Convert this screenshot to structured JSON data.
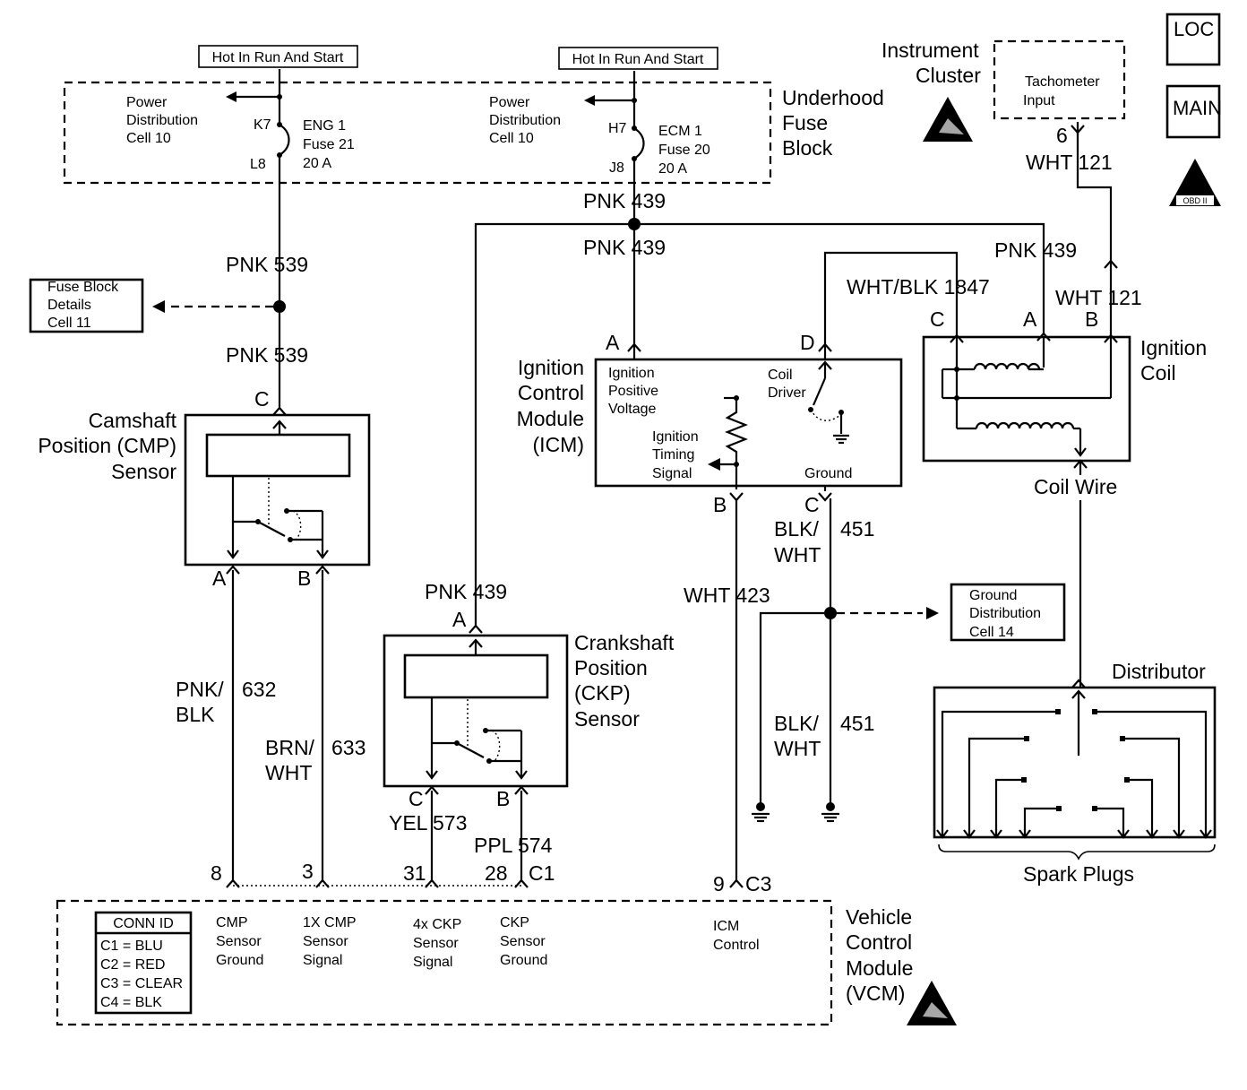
{
  "header": {
    "hot1": "Hot In Run And Start",
    "hot2": "Hot In Run And Start"
  },
  "fuse_block": {
    "title": [
      "Underhood",
      "Fuse",
      "Block"
    ],
    "pdc_left": [
      "Power",
      "Distribution",
      "Cell 10"
    ],
    "pdc_right": [
      "Power",
      "Distribution",
      "Cell 10"
    ],
    "fuse1": {
      "top_pin": "K7",
      "bottom_pin": "L8",
      "lines": [
        "ENG 1",
        "Fuse 21",
        "20 A"
      ]
    },
    "fuse2": {
      "top_pin": "H7",
      "bottom_pin": "J8",
      "lines": [
        "ECM 1",
        "Fuse 20",
        "20 A"
      ]
    }
  },
  "fuse_block_details": [
    "Fuse Block",
    "Details",
    "Cell 11"
  ],
  "instrument_cluster": {
    "title": [
      "Instrument",
      "Cluster"
    ],
    "input": [
      "Tachometer",
      "Input"
    ]
  },
  "icons": {
    "loc": "LOC",
    "main": "MAIN",
    "obd": "OBD II"
  },
  "wires": {
    "pnk539_a": "PNK 539",
    "pnk539_b": "PNK 539",
    "pnk439_a": "PNK 439",
    "pnk439_b": "PNK 439",
    "pnk439_c": "PNK 439",
    "pnk439_d": "PNK 439",
    "wht121_a": "WHT 121",
    "wht121_b": "WHT 121",
    "wht121_pin": "6",
    "whtblk1847": "WHT/BLK 1847",
    "pnkblk632": [
      "PNK/",
      "BLK",
      "632"
    ],
    "brnwht633": [
      "BRN/",
      "WHT",
      "633"
    ],
    "yel573": "YEL 573",
    "ppl574": "PPL 574",
    "wht423": "WHT 423",
    "blkwht451_a": [
      "BLK/",
      "WHT",
      "451"
    ],
    "blkwht451_b": [
      "BLK/",
      "WHT",
      "451"
    ],
    "coil_wire": "Coil Wire"
  },
  "cmp": {
    "title": [
      "Camshaft",
      "Position (CMP)",
      "Sensor"
    ],
    "pin_c": "C",
    "pin_a": "A",
    "pin_b": "B"
  },
  "ckp": {
    "title": [
      "Crankshaft",
      "Position",
      "(CKP)",
      "Sensor"
    ],
    "pin_a": "A",
    "pin_c": "C",
    "pin_b": "B"
  },
  "icm": {
    "title": [
      "Ignition",
      "Control",
      "Module",
      "(ICM)"
    ],
    "pin_a": "A",
    "pin_d": "D",
    "pin_b": "B",
    "pin_c": "C",
    "positive_voltage": [
      "Ignition",
      "Positive",
      "Voltage"
    ],
    "coil_driver": [
      "Coil",
      "Driver"
    ],
    "timing_signal": [
      "Ignition",
      "Timing",
      "Signal"
    ],
    "ground": "Ground"
  },
  "ignition_coil": {
    "title": [
      "Ignition",
      "Coil"
    ],
    "pin_c": "C",
    "pin_a": "A",
    "pin_b": "B"
  },
  "ground_distribution": [
    "Ground",
    "Distribution",
    "Cell 14"
  ],
  "distributor": {
    "title": "Distributor",
    "spark_plugs": "Spark Plugs"
  },
  "vcm": {
    "title": [
      "Vehicle",
      "Control",
      "Module",
      "(VCM)"
    ],
    "pins": {
      "p8": "8",
      "p3": "3",
      "p31": "31",
      "p28": "28",
      "c1": "C1",
      "p9": "9",
      "c3": "C3"
    },
    "conn_id": {
      "header": "CONN ID",
      "rows": [
        "C1 = BLU",
        "C2 = RED",
        "C3 = CLEAR",
        "C4 = BLK"
      ]
    },
    "signals": {
      "cmp_ground": [
        "CMP",
        "Sensor",
        "Ground"
      ],
      "cmp_signal": [
        "1X CMP",
        "Sensor",
        "Signal"
      ],
      "ckp_signal": [
        "4x CKP",
        "Sensor",
        "Signal"
      ],
      "ckp_ground": [
        "CKP",
        "Sensor",
        "Ground"
      ],
      "icm_control": [
        "ICM",
        "Control"
      ]
    }
  }
}
